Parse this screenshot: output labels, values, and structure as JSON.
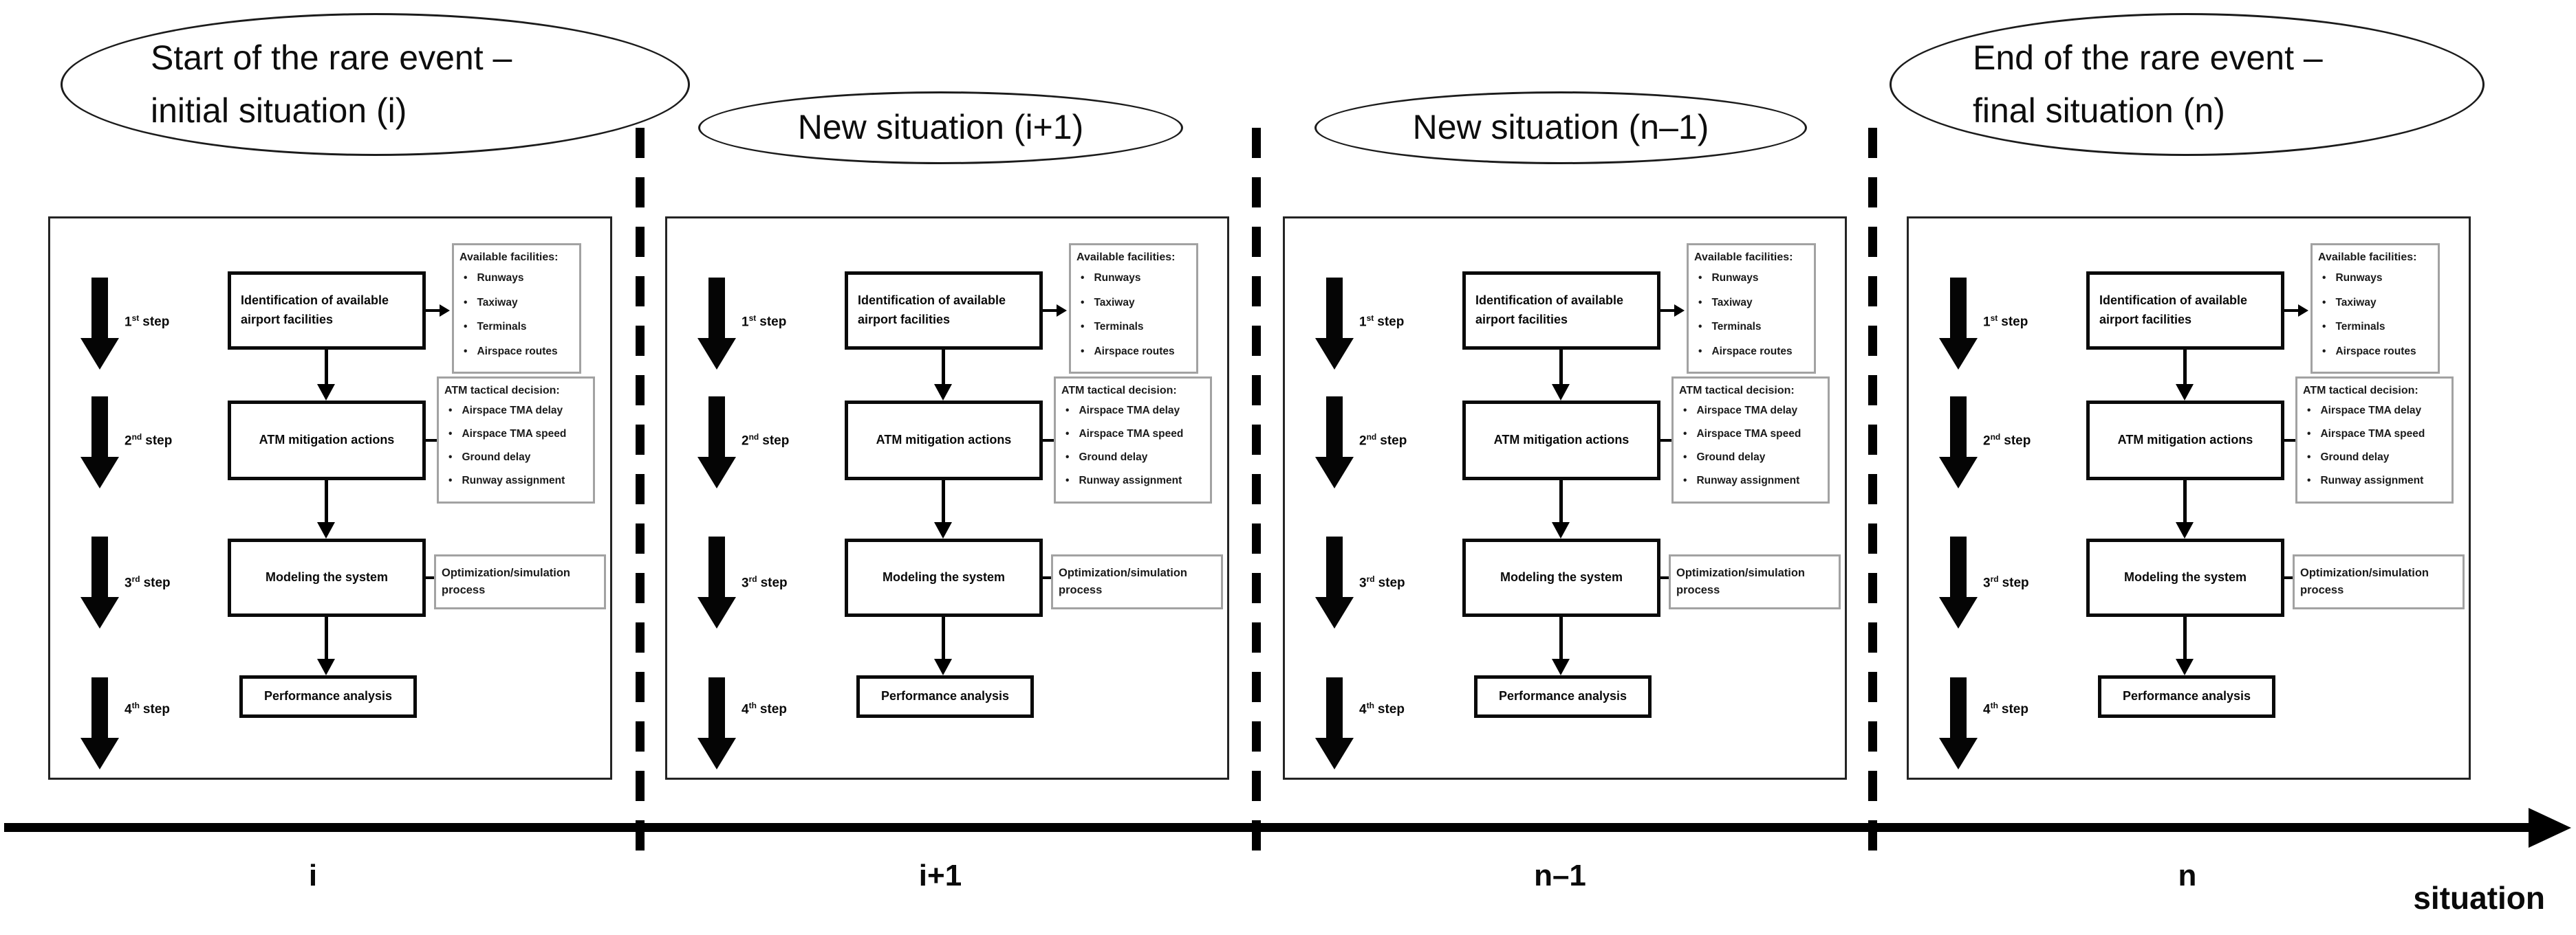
{
  "panels": [
    {
      "ellipse_lines": [
        "Start of the rare event –",
        "initial situation (i)"
      ],
      "tick": "i"
    },
    {
      "ellipse_lines": [
        "New situation (i+1)"
      ],
      "tick": "i+1"
    },
    {
      "ellipse_lines": [
        "New situation (n–1)"
      ],
      "tick": "n–1"
    },
    {
      "ellipse_lines": [
        "End of the rare event –",
        "final situation (n)"
      ],
      "tick": "n"
    }
  ],
  "flow": {
    "steps": [
      {
        "num": "1",
        "sup": "st",
        "word": "step"
      },
      {
        "num": "2",
        "sup": "nd",
        "word": "step"
      },
      {
        "num": "3",
        "sup": "rd",
        "word": "step"
      },
      {
        "num": "4",
        "sup": "th",
        "word": "step"
      }
    ],
    "boxes": [
      {
        "lines": [
          "Identification of available",
          "airport facilities"
        ]
      },
      {
        "lines": [
          "ATM mitigation actions"
        ]
      },
      {
        "lines": [
          "Modeling the system"
        ]
      },
      {
        "lines": [
          "Performance analysis"
        ]
      }
    ],
    "side_boxes": [
      {
        "title": "Available facilities:",
        "items": [
          "Runways",
          "Taxiway",
          "Terminals",
          "Airspace routes"
        ]
      },
      {
        "title": "ATM tactical decision:",
        "items": [
          "Airspace TMA delay",
          "Airspace TMA speed",
          "Ground delay",
          "Runway assignment"
        ]
      },
      {
        "title": "Optimization/simulation process",
        "items": []
      }
    ]
  },
  "axis": {
    "label": "situation"
  },
  "colors": {
    "ink": "#000000",
    "side_box_border": "#a2a2a2",
    "background": "#ffffff"
  },
  "icons": {
    "step_arrow": "down-block-arrow",
    "flow_connector": "down-arrow",
    "side_connector": "right-arrow",
    "axis_arrow": "right-arrowhead"
  }
}
